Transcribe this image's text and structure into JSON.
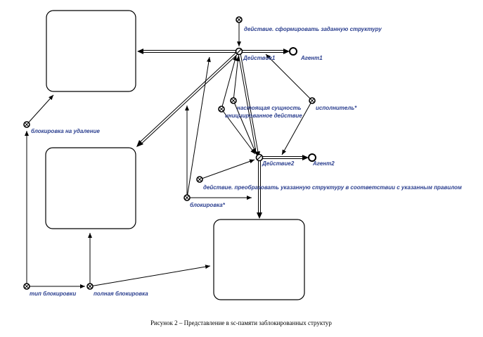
{
  "nodes": {
    "action_form": "действие. сформировать заданную структуру",
    "action1": "Действие1",
    "agent1": "Агент1",
    "real_entity": "настоящая сущность",
    "initiated_action": "инициированное действие",
    "executor": "исполнитель*",
    "action2": "Действие2",
    "agent2": "Агент2",
    "action_transform": "действие. преобразовать указанную структуру в соответствии с указанным правилом",
    "lock": "блокировка*",
    "lock_delete": "блокировка на удаление",
    "lock_type": "тип блокировки",
    "full_lock": "полная блокировка"
  },
  "caption": "Рисунок 2 – Представление в sc-памяти заблокированных структур"
}
